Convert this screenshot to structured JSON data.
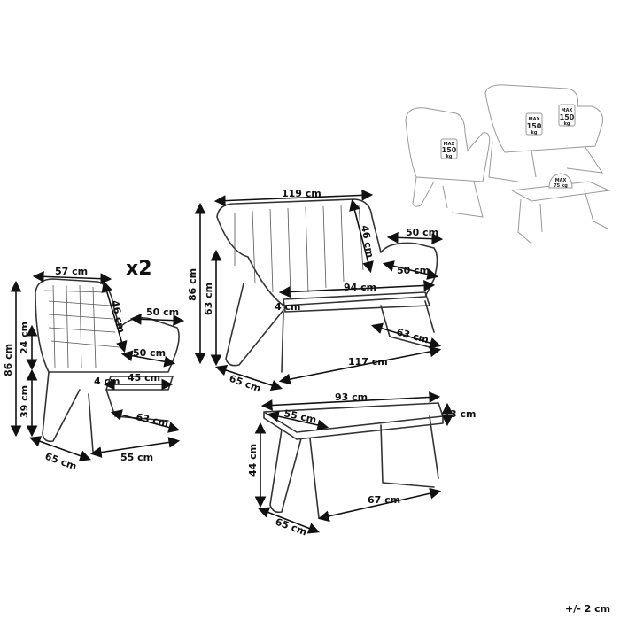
{
  "chair": {
    "quantity": "x2",
    "dims": {
      "width_top": "57 cm",
      "back_height": "46 cm",
      "armrest_depth": "50 cm",
      "total_height": "86 cm",
      "arm_height": "24 cm",
      "seat_height": "39 cm",
      "seat_depth": "50 cm",
      "cushion": "4 cm",
      "seat_width": "45 cm",
      "base_depth": "63 cm",
      "depth": "65 cm",
      "base_width": "55 cm"
    }
  },
  "sofa": {
    "dims": {
      "width_top": "119 cm",
      "total_height": "86 cm",
      "arm_height": "63 cm",
      "back_height": "46 cm",
      "armrest_depth": "50 cm",
      "seat_depth": "50 cm",
      "seat_width": "94 cm",
      "cushion": "4 cm",
      "base_depth": "63 cm",
      "base_width": "117 cm",
      "depth": "65 cm"
    }
  },
  "table": {
    "dims": {
      "length": "93 cm",
      "width": "55 cm",
      "top_thickness": "3 cm",
      "height": "44 cm",
      "base_length": "67 cm",
      "depth": "65 cm"
    }
  },
  "load": {
    "max_label": "MAX",
    "chair_value": "150",
    "sofa_value_1": "150",
    "sofa_value_2": "150",
    "unit": "kg",
    "table_value": "75 kg"
  },
  "tolerance": "+/- 2 cm"
}
